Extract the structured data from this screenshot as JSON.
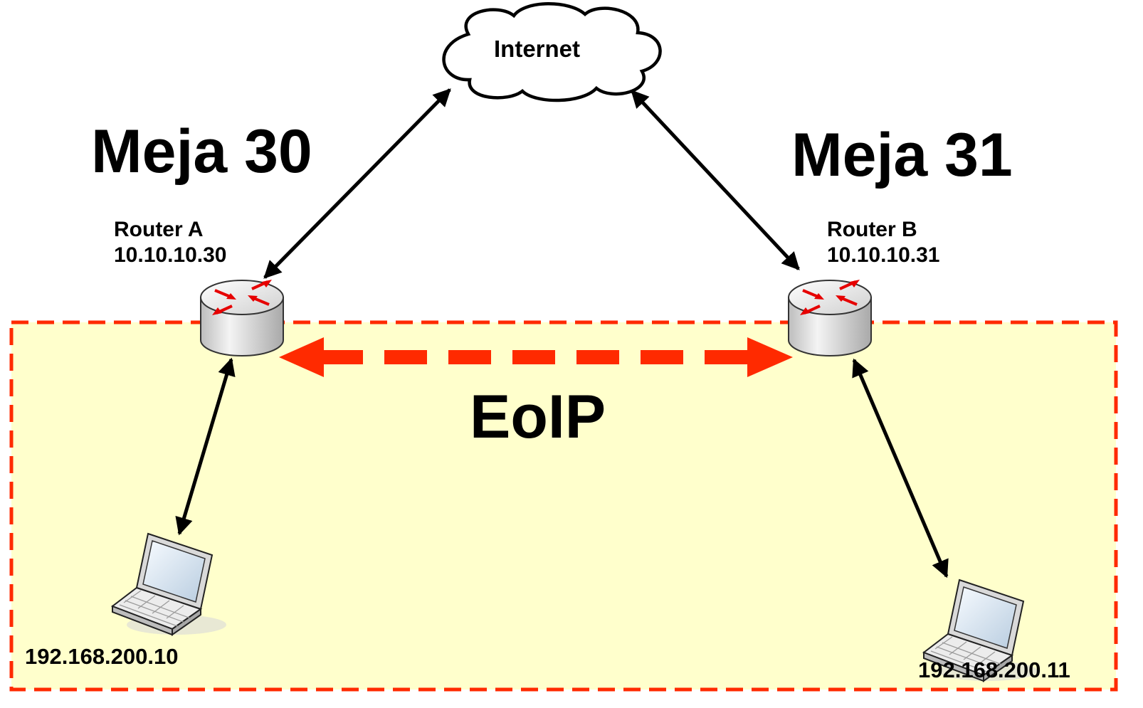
{
  "nodes": {
    "internet": {
      "label": "Internet",
      "icon": "cloud-icon"
    },
    "router_a": {
      "table": "Meja 30",
      "name": "Router A",
      "ip": "10.10.10.30",
      "icon": "router-icon"
    },
    "router_b": {
      "table": "Meja 31",
      "name": "Router B",
      "ip": "10.10.10.31",
      "icon": "router-icon"
    },
    "laptop_a": {
      "ip": "192.168.200.10",
      "icon": "laptop-icon"
    },
    "laptop_b": {
      "ip": "192.168.200.11",
      "icon": "laptop-icon"
    }
  },
  "tunnel": {
    "label": "EoIP"
  },
  "colors": {
    "zone_fill": "#ffffcc",
    "zone_border": "#ff2a00",
    "tunnel_arrow": "#ff2a00",
    "link": "#000000",
    "router_arrows": "#e60000"
  }
}
